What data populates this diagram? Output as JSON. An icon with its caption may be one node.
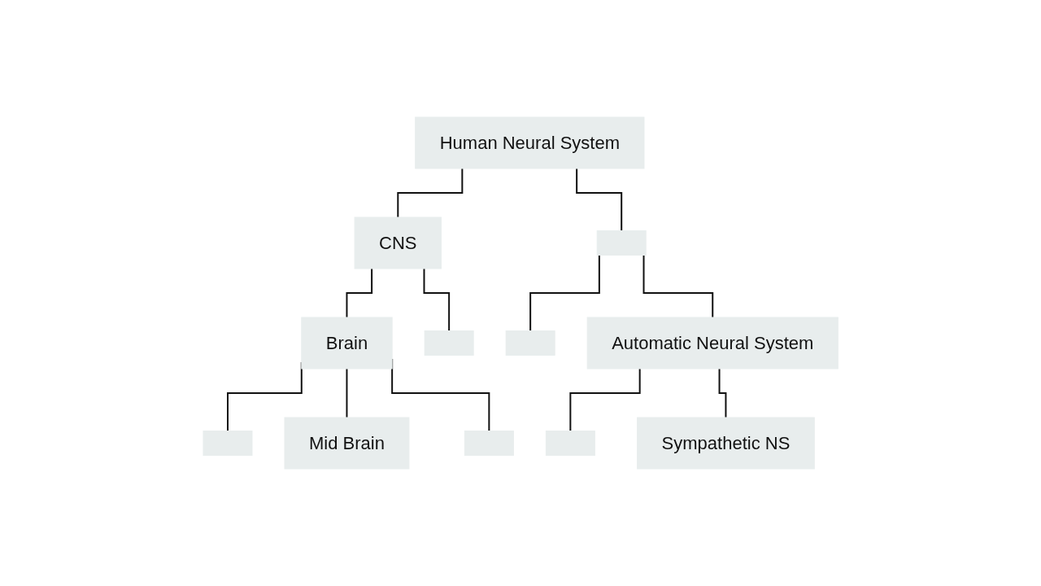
{
  "diagram": {
    "nodes": [
      {
        "text": [
          "Human Neural System"
        ]
      },
      {
        "text": [
          "CNS"
        ]
      },
      {
        "text": [],
        "shape": "box"
      },
      {
        "text": [
          "Brain"
        ]
      },
      {
        "text": [],
        "shape": "box"
      },
      {
        "text": [],
        "shape": "box"
      },
      {
        "text": [
          "Automatic Neural System"
        ]
      },
      {
        "text": [],
        "shape": "box"
      },
      {
        "text": [
          "Mid Brain"
        ]
      },
      {
        "text": [],
        "shape": "box"
      },
      {
        "text": [],
        "shape": "box"
      },
      {
        "text": [
          "Sympathetic NS"
        ]
      }
    ],
    "edges": [
      {
        "from": 0,
        "to": 1,
        "arrow": "none"
      },
      {
        "from": 0,
        "to": 2,
        "arrow": "none"
      },
      {
        "from": 1,
        "to": 3,
        "arrow": "none"
      },
      {
        "from": 1,
        "to": 4,
        "arrow": "none"
      },
      {
        "from": 2,
        "to": 5,
        "arrow": "none"
      },
      {
        "from": 2,
        "to": 6,
        "arrow": "none"
      },
      {
        "from": 3,
        "to": 7,
        "arrow": "none"
      },
      {
        "from": 3,
        "to": 8,
        "arrow": "none"
      },
      {
        "from": 3,
        "to": 9,
        "arrow": "none"
      },
      {
        "from": 6,
        "to": 10,
        "arrow": "none"
      },
      {
        "from": 6,
        "to": 11,
        "arrow": "none"
      }
    ]
  }
}
